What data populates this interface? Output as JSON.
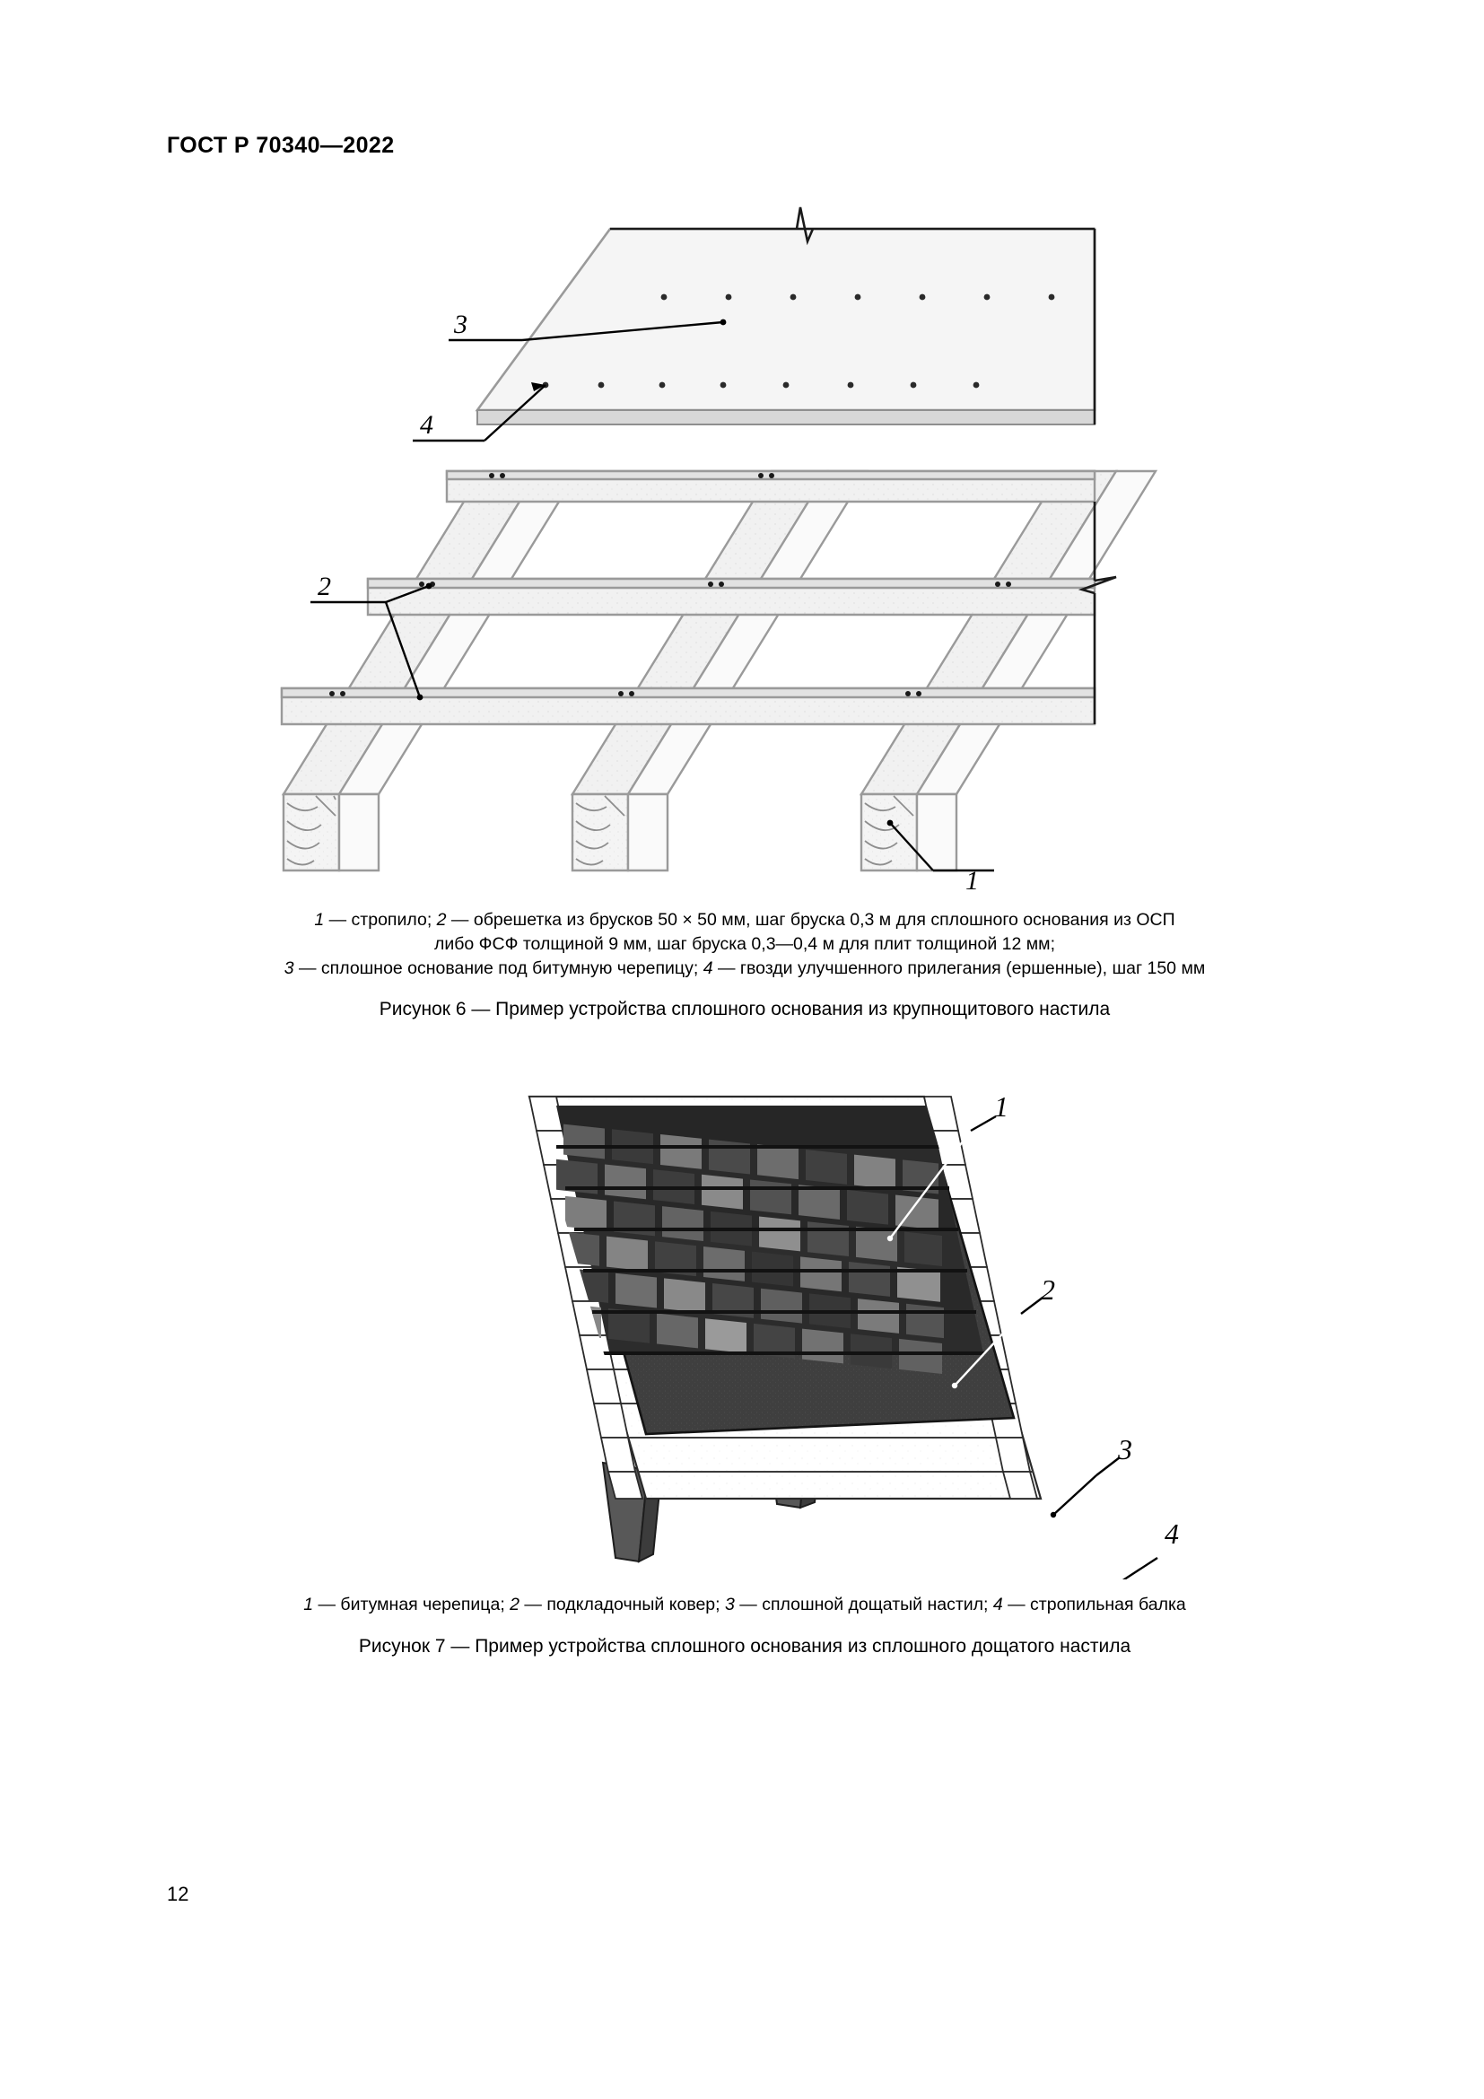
{
  "header": {
    "standard_id": "ГОСТ Р 70340—2022"
  },
  "page_number": "12",
  "figure6": {
    "callouts": [
      "3",
      "4",
      "2",
      "1"
    ],
    "legend_line1_a": "1",
    "legend_line1_b": " — стропило; ",
    "legend_line1_c": "2",
    "legend_line1_d": " — обрешетка из брусков 50 × 50 мм, шаг бруска 0,3 м для сплошного основания из ОСП",
    "legend_line2": "либо ФСФ толщиной 9 мм, шаг бруска 0,3—0,4 м для плит толщиной 12 мм;",
    "legend_line3_a": "3",
    "legend_line3_b": " — сплошное основание под битумную черепицу; ",
    "legend_line3_c": "4",
    "legend_line3_d": " — гвозди улучшенного прилегания (ершенные), шаг 150 мм",
    "title": "Рисунок 6 — Пример устройства сплошного основания из крупнощитового настила"
  },
  "figure7": {
    "callouts": [
      "1",
      "2",
      "3",
      "4"
    ],
    "legend_a": "1",
    "legend_b": " — битумная черепица; ",
    "legend_c": "2",
    "legend_d": " — подкладочный ковер; ",
    "legend_e": "3",
    "legend_f": " — сплошной дощатый настил; ",
    "legend_g": "4",
    "legend_h": " — стропильная балка",
    "title": "Рисунок 7 — Пример устройства сплошного основания из сплошного дощатого настила"
  },
  "colors": {
    "line": "#000000",
    "wood_fill": "#f2f2f2",
    "wood_edge": "#9a9a9a",
    "panel_fill": "#f4f4f4",
    "underlayment": "#3d3d3d",
    "shingle_dark": "#2b2b2b",
    "shingle_mid": "#555555",
    "shingle_light": "#8d8d8d",
    "beam_fill": "#4a4a4a",
    "deck_fill": "#ffffff"
  }
}
